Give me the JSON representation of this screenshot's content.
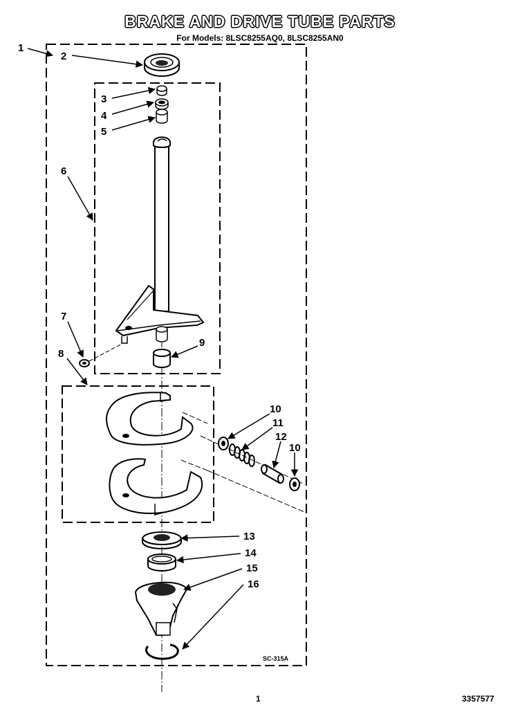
{
  "diagram": {
    "title": "BRAKE AND DRIVE TUBE PARTS",
    "subtitle": "For Models: 8LSC8255AQ0, 8LSC8255AN0",
    "drawing_code": "SC-315A",
    "page_number": "1",
    "part_number": "3357577"
  },
  "callouts": [
    {
      "id": "1",
      "label": "1"
    },
    {
      "id": "2",
      "label": "2"
    },
    {
      "id": "3",
      "label": "3"
    },
    {
      "id": "4",
      "label": "4"
    },
    {
      "id": "5",
      "label": "5"
    },
    {
      "id": "6",
      "label": "6"
    },
    {
      "id": "7",
      "label": "7"
    },
    {
      "id": "8",
      "label": "8"
    },
    {
      "id": "9",
      "label": "9"
    },
    {
      "id": "10a",
      "label": "10"
    },
    {
      "id": "11",
      "label": "11"
    },
    {
      "id": "12",
      "label": "12"
    },
    {
      "id": "10b",
      "label": "10"
    },
    {
      "id": "13",
      "label": "13"
    },
    {
      "id": "14",
      "label": "14"
    },
    {
      "id": "15",
      "label": "15"
    },
    {
      "id": "16",
      "label": "16"
    }
  ]
}
